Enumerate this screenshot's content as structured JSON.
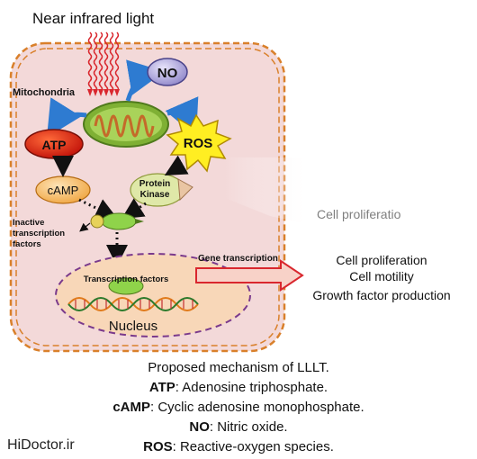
{
  "diagram": {
    "light_label": "Near infrared light",
    "mitochondria_label": "Mitochondria",
    "no_label": "NO",
    "atp_label": "ATP",
    "ros_label": "ROS",
    "camp_label": "cAMP",
    "protein_kinase_line1": "Protein",
    "protein_kinase_line2": "Kinase",
    "inactive_line1": "Inactive",
    "inactive_line2": "transcription",
    "inactive_line3": "factors",
    "transcription_factors_label": "Transcription factors",
    "nucleus_label": "Nucleus",
    "gene_transcription_label": "Gene transcription",
    "outcomes": [
      "Cell proliferation",
      "Cell motility",
      "Growth factor production"
    ],
    "ghost_text": "Cell proliferatio",
    "colors": {
      "cell_fill": "#f3d9d9",
      "cell_border": "#d9802b",
      "nucleus_fill": "#f8d7b8",
      "nucleus_border": "#7a3a8c",
      "atp_fill": "#e02010",
      "ros_fill": "#ffee22",
      "no_fill": "#bdb7e6",
      "camp_fill": "#f9c47a",
      "kinase_fill": "#dfe8a8",
      "mito_fill": "#8fbf3a",
      "arrow_blue": "#2e7bd1",
      "arrow_red": "#d9272e"
    }
  },
  "caption": {
    "line1": "Proposed mechanism of LLLT.",
    "atp_term": "ATP",
    "atp_def": ": Adenosine triphosphate.",
    "camp_term": "cAMP",
    "camp_def": ": Cyclic adenosine monophosphate.",
    "no_term": "NO",
    "no_def": ": Nitric oxide.",
    "ros_term": "ROS",
    "ros_def": ": Reactive-oxygen species."
  },
  "watermark": "HiDoctor.ir"
}
